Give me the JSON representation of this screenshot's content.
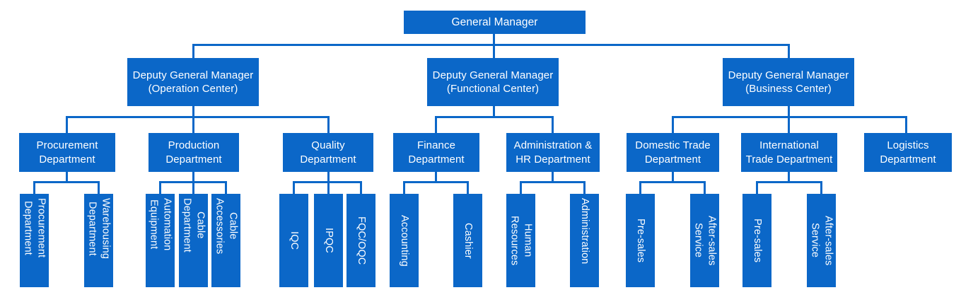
{
  "theme": {
    "box_fill": "#0b67c8",
    "box_text": "#ffffff",
    "connector": "#0b67c8",
    "background": "#ffffff"
  },
  "chart_data": {
    "type": "diagram",
    "subtype": "organization-chart",
    "title": "",
    "orientation": "top-down",
    "levels": 4,
    "root": "General Manager",
    "nodes": [
      {
        "id": "gm",
        "label": "General Manager",
        "level": 0,
        "parent": null
      },
      {
        "id": "dgm_op",
        "label": "Deputy General Manager\n(Operation Center)",
        "level": 1,
        "parent": "gm"
      },
      {
        "id": "dgm_fn",
        "label": "Deputy General Manager\n(Functional Center)",
        "level": 1,
        "parent": "gm"
      },
      {
        "id": "dgm_bz",
        "label": "Deputy General Manager\n(Business Center)",
        "level": 1,
        "parent": "gm"
      },
      {
        "id": "proc",
        "label": "Procurement\nDepartment",
        "level": 2,
        "parent": "dgm_op"
      },
      {
        "id": "prod",
        "label": "Production\nDepartment",
        "level": 2,
        "parent": "dgm_op"
      },
      {
        "id": "qual",
        "label": "Quality\nDepartment",
        "level": 2,
        "parent": "dgm_op"
      },
      {
        "id": "fin",
        "label": "Finance\nDepartment",
        "level": 2,
        "parent": "dgm_fn"
      },
      {
        "id": "adm",
        "label": "Administration &\nHR Department",
        "level": 2,
        "parent": "dgm_fn"
      },
      {
        "id": "dom",
        "label": "Domestic Trade\nDepartment",
        "level": 2,
        "parent": "dgm_bz"
      },
      {
        "id": "intl",
        "label": "International\nTrade Department",
        "level": 2,
        "parent": "dgm_bz"
      },
      {
        "id": "logi",
        "label": "Logistics\nDepartment",
        "level": 2,
        "parent": "dgm_bz"
      },
      {
        "id": "proc_1",
        "label": "Procurement Department",
        "level": 3,
        "parent": "proc"
      },
      {
        "id": "proc_2",
        "label": "Warehousing Department",
        "level": 3,
        "parent": "proc"
      },
      {
        "id": "prod_1",
        "label": "Automation Equipment",
        "level": 3,
        "parent": "prod"
      },
      {
        "id": "prod_2",
        "label": "Cable Department",
        "level": 3,
        "parent": "prod"
      },
      {
        "id": "prod_3",
        "label": "Cable Accessories",
        "level": 3,
        "parent": "prod"
      },
      {
        "id": "qual_1",
        "label": "IQC",
        "level": 3,
        "parent": "qual"
      },
      {
        "id": "qual_2",
        "label": "IPQC",
        "level": 3,
        "parent": "qual"
      },
      {
        "id": "qual_3",
        "label": "FQC/OQC",
        "level": 3,
        "parent": "qual"
      },
      {
        "id": "fin_1",
        "label": "Accounting",
        "level": 3,
        "parent": "fin"
      },
      {
        "id": "fin_2",
        "label": "Cashier",
        "level": 3,
        "parent": "fin"
      },
      {
        "id": "adm_1",
        "label": "Human Resources",
        "level": 3,
        "parent": "adm"
      },
      {
        "id": "adm_2",
        "label": "Administration",
        "level": 3,
        "parent": "adm"
      },
      {
        "id": "dom_1",
        "label": "Pre-sales",
        "level": 3,
        "parent": "dom"
      },
      {
        "id": "dom_2",
        "label": "After-sales Service",
        "level": 3,
        "parent": "dom"
      },
      {
        "id": "intl_1",
        "label": "Pre-sales",
        "level": 3,
        "parent": "intl"
      },
      {
        "id": "intl_2",
        "label": "After-sales Service",
        "level": 3,
        "parent": "intl"
      }
    ]
  },
  "boxes": {
    "gm": {
      "line1": "General Manager",
      "line2": ""
    },
    "dgm_op": {
      "line1": "Deputy General Manager",
      "line2": "(Operation Center)"
    },
    "dgm_fn": {
      "line1": "Deputy General Manager",
      "line2": "(Functional Center)"
    },
    "dgm_bz": {
      "line1": "Deputy General Manager",
      "line2": "(Business Center)"
    },
    "proc": {
      "line1": "Procurement",
      "line2": "Department"
    },
    "prod": {
      "line1": "Production",
      "line2": "Department"
    },
    "qual": {
      "line1": "Quality",
      "line2": "Department"
    },
    "fin": {
      "line1": "Finance",
      "line2": "Department"
    },
    "adm": {
      "line1": "Administration &",
      "line2": "HR Department"
    },
    "dom": {
      "line1": "Domestic Trade",
      "line2": "Department"
    },
    "intl": {
      "line1": "International",
      "line2": "Trade Department"
    },
    "logi": {
      "line1": "Logistics",
      "line2": "Department"
    },
    "proc_1": {
      "line1": "Procurement",
      "line2": "Department"
    },
    "proc_2": {
      "line1": "Warehousing",
      "line2": "Department"
    },
    "prod_1": {
      "line1": "Automation",
      "line2": "Equipment"
    },
    "prod_2": {
      "line1": "Cable",
      "line2": "Department"
    },
    "prod_3": {
      "line1": "Cable",
      "line2": "Accessories"
    },
    "qual_1": {
      "line1": "IQC",
      "line2": ""
    },
    "qual_2": {
      "line1": "IPQC",
      "line2": ""
    },
    "qual_3": {
      "line1": "FQC/OQC",
      "line2": ""
    },
    "fin_1": {
      "line1": "Accounting",
      "line2": ""
    },
    "fin_2": {
      "line1": "Cashier",
      "line2": ""
    },
    "adm_1": {
      "line1": "Human Resources",
      "line2": ""
    },
    "adm_2": {
      "line1": "Administration",
      "line2": ""
    },
    "dom_1": {
      "line1": "Pre-sales",
      "line2": ""
    },
    "dom_2": {
      "line1": "After-sales Service",
      "line2": ""
    },
    "intl_1": {
      "line1": "Pre-sales",
      "line2": ""
    },
    "intl_2": {
      "line1": "After-sales Service",
      "line2": ""
    }
  }
}
